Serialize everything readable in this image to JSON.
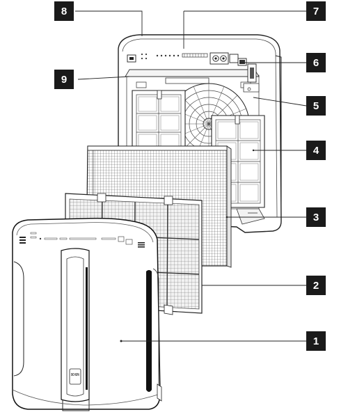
{
  "diagram": {
    "callouts": [
      {
        "id": "callout-1",
        "label": "1"
      },
      {
        "id": "callout-2",
        "label": "2"
      },
      {
        "id": "callout-3",
        "label": "3"
      },
      {
        "id": "callout-4",
        "label": "4"
      },
      {
        "id": "callout-5",
        "label": "5"
      },
      {
        "id": "callout-6",
        "label": "6"
      },
      {
        "id": "callout-7",
        "label": "7"
      },
      {
        "id": "callout-8",
        "label": "8"
      },
      {
        "id": "callout-9",
        "label": "9"
      }
    ],
    "logo_text": "BIO HEPA"
  },
  "colors": {
    "badge": "#1a1a1a",
    "line": "#222222",
    "body_fill": "#ffffff",
    "shade": "#d8d8d8",
    "dark_shade": "#9a9a9a"
  }
}
